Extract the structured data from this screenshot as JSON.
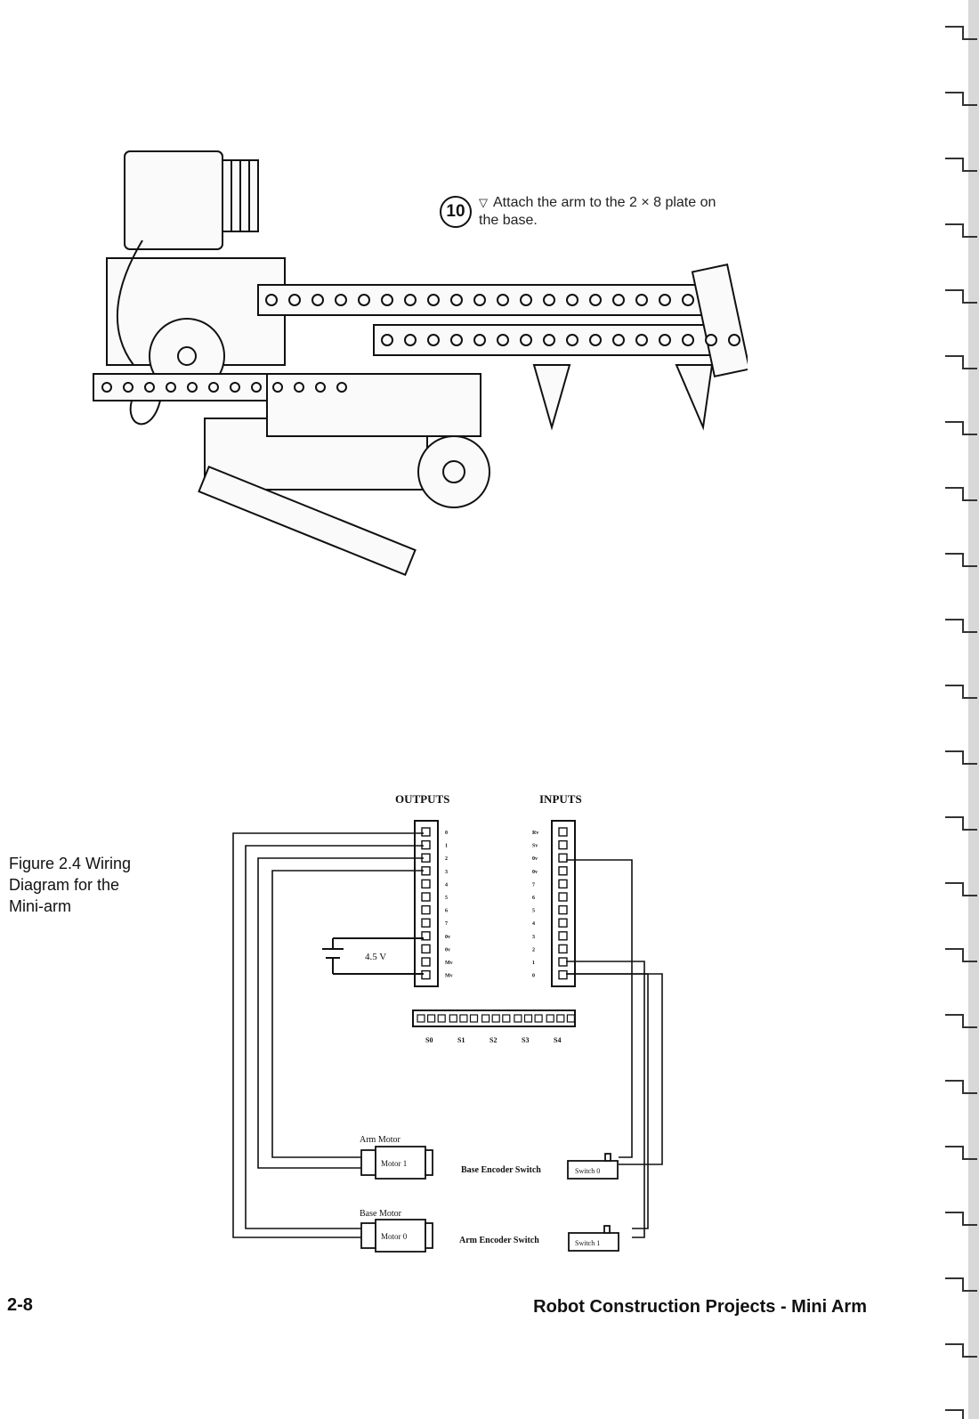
{
  "step": {
    "number": "10",
    "text": "Attach the arm to the 2 × 8 plate on the base."
  },
  "figure_caption": "Figure 2.4  Wiring Diagram for the Mini-arm",
  "wiring": {
    "outputs_label": "OUTPUTS",
    "inputs_label": "INPUTS",
    "output_pins": [
      "0",
      "1",
      "2",
      "3",
      "4",
      "5",
      "6",
      "7",
      "0v",
      "0v",
      "Mv",
      "Mv"
    ],
    "input_pins": [
      "Rv",
      "Sv",
      "0v",
      "0v",
      "7",
      "6",
      "5",
      "4",
      "3",
      "2",
      "1",
      "0"
    ],
    "sensor_labels": [
      "S0",
      "S1",
      "S2",
      "S3",
      "S4"
    ],
    "battery_label": "4.5 V",
    "arm_motor_label": "Arm Motor",
    "motor1_label": "Motor 1",
    "base_motor_label": "Base Motor",
    "motor0_label": "Motor 0",
    "base_encoder_label": "Base Encoder Switch",
    "switch0_label": "Switch 0",
    "arm_encoder_label": "Arm Encoder Switch",
    "switch1_label": "Switch 1"
  },
  "footer": {
    "page_number": "2-8",
    "title": "Robot Construction Projects - Mini Arm"
  }
}
